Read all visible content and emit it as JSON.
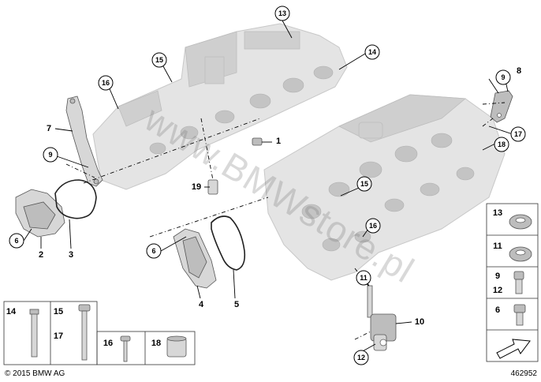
{
  "watermark": "www.BMWstore.pl",
  "copyright": "© 2015 BMW AG",
  "diagram_id": "462952",
  "callouts": {
    "c13": "13",
    "c14": "14",
    "c15": "15",
    "c16": "16",
    "c8": "8",
    "c9": "9",
    "c17": "17",
    "c18": "18",
    "c7": "7",
    "c9b": "9",
    "c1": "1",
    "c19": "19",
    "c15b": "15",
    "c16b": "16",
    "c6": "6",
    "c2": "2",
    "c3": "3",
    "c6b": "6",
    "c4": "4",
    "c5": "5",
    "c11": "11",
    "c10": "10",
    "c12": "12"
  },
  "parts_grid": {
    "cell_a": [
      "14"
    ],
    "cell_b": [
      "15",
      "17"
    ],
    "cell_c": [
      "16"
    ],
    "cell_d": [
      "18"
    ]
  },
  "parts_column": {
    "r13": "13",
    "r11": "11",
    "r9_12": [
      "9",
      "12"
    ],
    "r6": "6"
  }
}
